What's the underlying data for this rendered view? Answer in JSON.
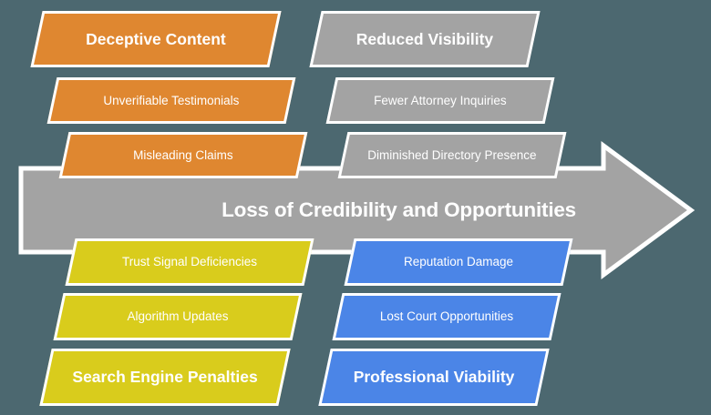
{
  "diagram": {
    "type": "fishbone-arrow",
    "title": "Loss of Credibility and Opportunities",
    "background_color": "#4c6870",
    "arrow_color": "#a3a3a3",
    "branches": [
      {
        "name": "Deceptive Content",
        "color": "#df8730",
        "position": "top-left",
        "header": "Deceptive Content",
        "items": [
          "Unverifiable Testimonials",
          "Misleading Claims"
        ]
      },
      {
        "name": "Reduced Visibility",
        "color": "#a3a3a3",
        "position": "top-right",
        "header": "Reduced Visibility",
        "items": [
          "Fewer Attorney Inquiries",
          "Diminished Directory Presence"
        ]
      },
      {
        "name": "Search Engine Penalties",
        "color": "#d9cc1c",
        "position": "bottom-left",
        "header": "Search Engine Penalties",
        "items": [
          "Trust Signal Deficiencies",
          "Algorithm Updates"
        ]
      },
      {
        "name": "Professional Viability",
        "color": "#4b85e7",
        "position": "bottom-right",
        "header": "Professional Viability",
        "items": [
          "Reputation Damage",
          "Lost Court Opportunities"
        ]
      }
    ],
    "cells": {
      "r1c1": "Deceptive Content",
      "r1c2": "Reduced Visibility",
      "r2c1": "Unverifiable Testimonials",
      "r2c2": "Fewer Attorney Inquiries",
      "r3c1": "Misleading Claims",
      "r3c2": "Diminished Directory Presence",
      "r4c1": "Trust Signal Deficiencies",
      "r4c2": "Reputation Damage",
      "r5c1": "Algorithm Updates",
      "r5c2": "Lost Court Opportunities",
      "r6c1": "Search Engine Penalties",
      "r6c2": "Professional Viability"
    }
  }
}
